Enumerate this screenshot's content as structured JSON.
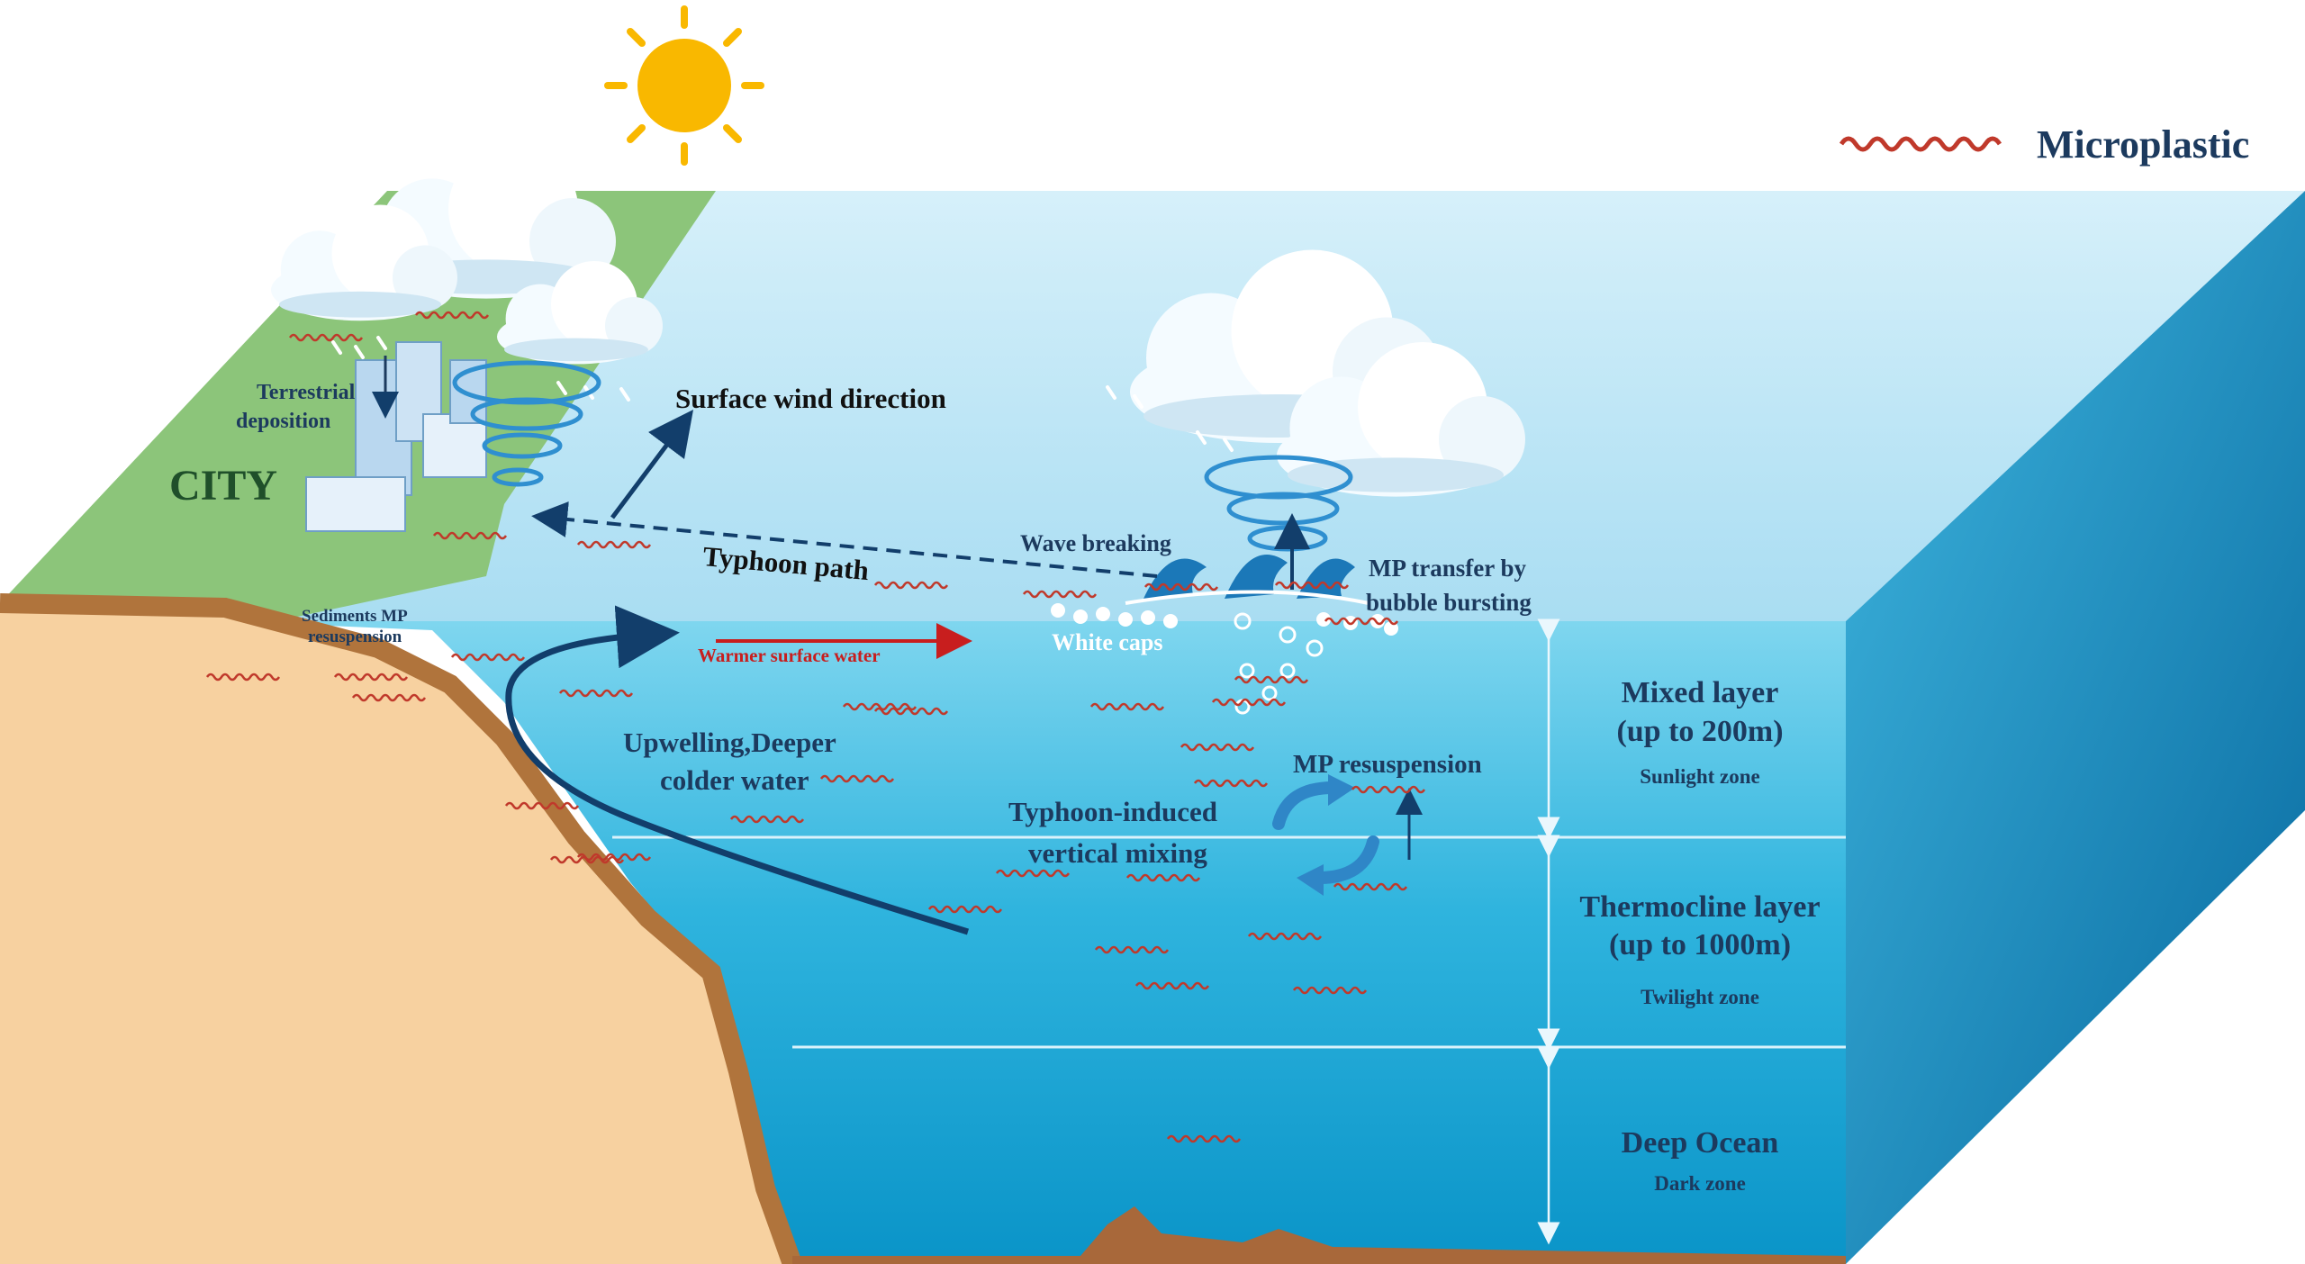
{
  "legend": {
    "label": "Microplastic",
    "icon": "microplastic-wave-icon"
  },
  "land": {
    "city": "CITY",
    "terrestrial_1": "Terrestrial",
    "terrestrial_2": "deposition"
  },
  "labels": {
    "surface_wind": "Surface wind direction",
    "typhoon_path": "Typhoon path",
    "wave_breaking": "Wave breaking",
    "mp_transfer_1": "MP transfer by",
    "mp_transfer_2": "bubble bursting",
    "white_caps": "White caps",
    "sediments_1": "Sediments MP",
    "sediments_2": "resuspension",
    "warmer_surface": "Warmer surface water",
    "upwelling_1": "Upwelling,Deeper",
    "upwelling_2": "colder water",
    "mp_resuspension": "MP resuspension",
    "mixing_1": "Typhoon-induced",
    "mixing_2": "vertical mixing"
  },
  "layers": [
    {
      "name_1": "Mixed layer",
      "name_2": "(up to 200m)",
      "zone": "Sunlight zone"
    },
    {
      "name_1": "Thermocline layer",
      "name_2": "(up to 1000m)",
      "zone": "Twilight zone"
    },
    {
      "name_1": "Deep Ocean",
      "name_2": "",
      "zone": "Dark zone"
    }
  ],
  "colors": {
    "sky_water": "#bfe6f7",
    "ocean_top": "#4cc4e6",
    "ocean_deep": "#0a8fc4",
    "side_face": "#0a6fa6",
    "land_green": "#8cc57a",
    "soil": "#f7d1a0",
    "soil_edge": "#b0743c",
    "microplastic": "#c0392b",
    "text_dark": "#1c3a5e",
    "arrow_dark": "#123e6b",
    "arrow_red": "#c81e1e",
    "sun": "#f9b800"
  }
}
